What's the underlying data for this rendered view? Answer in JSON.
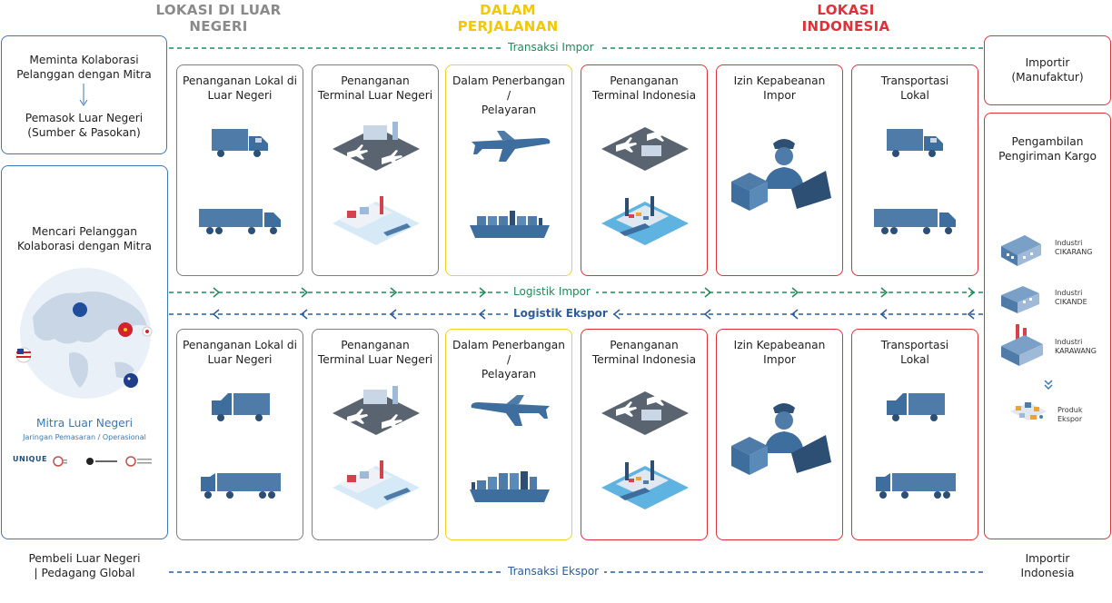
{
  "headers": {
    "overseas": "LOKASI DI LUAR NEGERI",
    "transit": "DALAM PERJALANAN",
    "indonesia": "LOKASI INDONESIA"
  },
  "colors": {
    "overseas": "#8a8a8a",
    "transit": "#f2d024",
    "indonesia": "#e0303a",
    "blue": "#3a78b5",
    "green": "#1f8a5a",
    "navy": "#234b7a",
    "icon_blue": "#3d6e9e"
  },
  "left_top": {
    "line1": "Meminta Kolaborasi",
    "line2": "Pelanggan dengan Mitra",
    "line3": "Pemasok Luar Negeri",
    "line4": "(Sumber & Pasokan)"
  },
  "left_main": {
    "title1": "Mencari Pelanggan",
    "title2": "Kolaborasi dengan Mitra",
    "partner_title": "Mitra Luar Negeri",
    "partner_sub": "Jaringan Pemasaran / Operasional",
    "logo1": "UNIQUE"
  },
  "left_bottom": {
    "line1": "Pembeli Luar Negeri",
    "line2": "| Pedagang Global"
  },
  "right_top": {
    "line1": "Importir",
    "line2": "(Manufaktur)"
  },
  "right_main": {
    "title1": "Pengambilan",
    "title2": "Pengiriman Kargo",
    "items": [
      {
        "label1": "Industri",
        "label2": "CIKARANG"
      },
      {
        "label1": "Industri",
        "label2": "CIKANDE"
      },
      {
        "label1": "Industri",
        "label2": "KARAWANG"
      },
      {
        "label1": "Produk",
        "label2": "Ekspor"
      }
    ]
  },
  "right_bottom": {
    "line1": "Importir",
    "line2": "Indonesia"
  },
  "flows": {
    "import_transaction": "Transaksi Impor",
    "import_logistics": "Logistik Impor",
    "export_logistics": "Logistik Ekspor",
    "export_transaction": "Transaksi Ekspor"
  },
  "cards_top": [
    {
      "line1": "Penanganan Lokal di",
      "line2": "Luar Negeri"
    },
    {
      "line1": "Penanganan",
      "line2": "Terminal Luar Negeri"
    },
    {
      "line1": "Dalam Penerbangan /",
      "line2": "Pelayaran"
    },
    {
      "line1": "Penanganan",
      "line2": "Terminal Indonesia"
    },
    {
      "line1": "Izin Kepabeanan",
      "line2": "Impor"
    },
    {
      "line1": "Transportasi",
      "line2": "Lokal"
    }
  ],
  "cards_bottom": [
    {
      "line1": "Penanganan Lokal di",
      "line2": "Luar Negeri"
    },
    {
      "line1": "Penanganan",
      "line2": "Terminal Luar Negeri"
    },
    {
      "line1": "Dalam Penerbangan /",
      "line2": "Pelayaran"
    },
    {
      "line1": "Penanganan",
      "line2": "Terminal Indonesia"
    },
    {
      "line1": "Izin Kepabeanan",
      "line2": "Impor"
    },
    {
      "line1": "Transportasi",
      "line2": "Lokal"
    }
  ]
}
